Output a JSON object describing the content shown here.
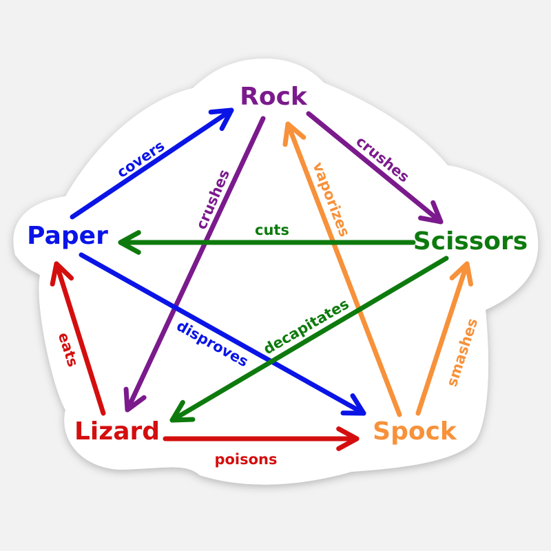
{
  "nodes": [
    {
      "id": "rock",
      "label": "Rock",
      "color": "#7b1a8c"
    },
    {
      "id": "paper",
      "label": "Paper",
      "color": "#0a14e6"
    },
    {
      "id": "scissors",
      "label": "Scissors",
      "color": "#0e7a0e"
    },
    {
      "id": "lizard",
      "label": "Lizard",
      "color": "#d40e0e"
    },
    {
      "id": "spock",
      "label": "Spock",
      "color": "#f7913a"
    }
  ],
  "edges": [
    {
      "id": "paper-covers-rock",
      "from": "paper",
      "to": "rock",
      "label": "covers",
      "color": "#0a14e6"
    },
    {
      "id": "rock-crushes-scissors",
      "from": "rock",
      "to": "scissors",
      "label": "crushes",
      "color": "#7b1a8c"
    },
    {
      "id": "rock-crushes-lizard",
      "from": "rock",
      "to": "lizard",
      "label": "crushes",
      "color": "#7b1a8c"
    },
    {
      "id": "spock-vaporizes-rock",
      "from": "spock",
      "to": "rock",
      "label": "vaporizes",
      "color": "#f7913a"
    },
    {
      "id": "scissors-cuts-paper",
      "from": "scissors",
      "to": "paper",
      "label": "cuts",
      "color": "#0e7a0e"
    },
    {
      "id": "paper-disproves-spock",
      "from": "paper",
      "to": "spock",
      "label": "disproves",
      "color": "#0a14e6"
    },
    {
      "id": "scissors-decapitates-lizard",
      "from": "scissors",
      "to": "lizard",
      "label": "decapitates",
      "color": "#0e7a0e"
    },
    {
      "id": "lizard-eats-paper",
      "from": "lizard",
      "to": "paper",
      "label": "eats",
      "color": "#d40e0e"
    },
    {
      "id": "lizard-poisons-spock",
      "from": "lizard",
      "to": "spock",
      "label": "poisons",
      "color": "#d40e0e"
    },
    {
      "id": "spock-smashes-scissors",
      "from": "spock",
      "to": "scissors",
      "label": "smashes",
      "color": "#f7913a"
    }
  ]
}
